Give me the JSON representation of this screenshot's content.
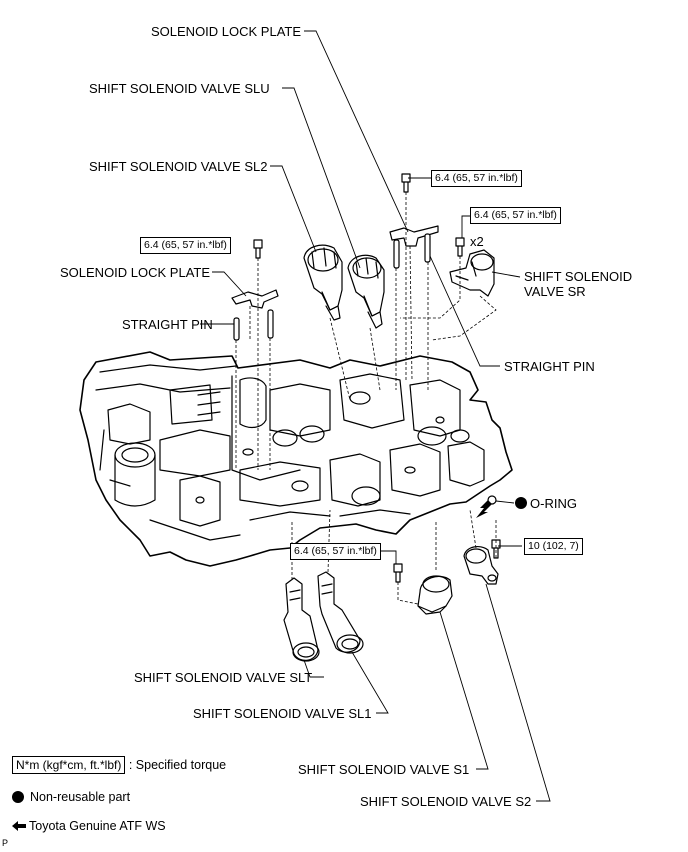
{
  "labels": {
    "solenoid_lock_plate_top": "SOLENOID LOCK PLATE",
    "shift_solenoid_valve_slu": "SHIFT SOLENOID VALVE SLU",
    "shift_solenoid_valve_sl2": "SHIFT SOLENOID VALVE SL2",
    "solenoid_lock_plate_left": "SOLENOID LOCK PLATE",
    "straight_pin_left": "STRAIGHT PIN",
    "shift_solenoid_valve_sr_line1": "SHIFT SOLENOID",
    "shift_solenoid_valve_sr_line2": "VALVE SR",
    "straight_pin_right": "STRAIGHT PIN",
    "o_ring": "O-RING",
    "shift_solenoid_valve_slt": "SHIFT SOLENOID VALVE SLT",
    "shift_solenoid_valve_sl1": "SHIFT SOLENOID VALVE SL1",
    "shift_solenoid_valve_s1": "SHIFT SOLENOID VALVE S1",
    "shift_solenoid_valve_s2": "SHIFT SOLENOID VALVE S2",
    "x2": "x2"
  },
  "torques": {
    "top_bolt": "6.4 (65, 57 in.*lbf)",
    "sr_bolt": "6.4 (65, 57 in.*lbf)",
    "left_bolt": "6.4 (65, 57 in.*lbf)",
    "s1_bolt": "6.4 (65, 57 in.*lbf)",
    "s2_bolt": "10 (102, 7)"
  },
  "legend": {
    "torque_box": "N*m (kgf*cm, ft.*lbf)",
    "torque_text": ": Specified torque",
    "non_reusable": "Non-reusable part",
    "atf": "Toyota Genuine ATF WS"
  },
  "corner_mark": "P"
}
